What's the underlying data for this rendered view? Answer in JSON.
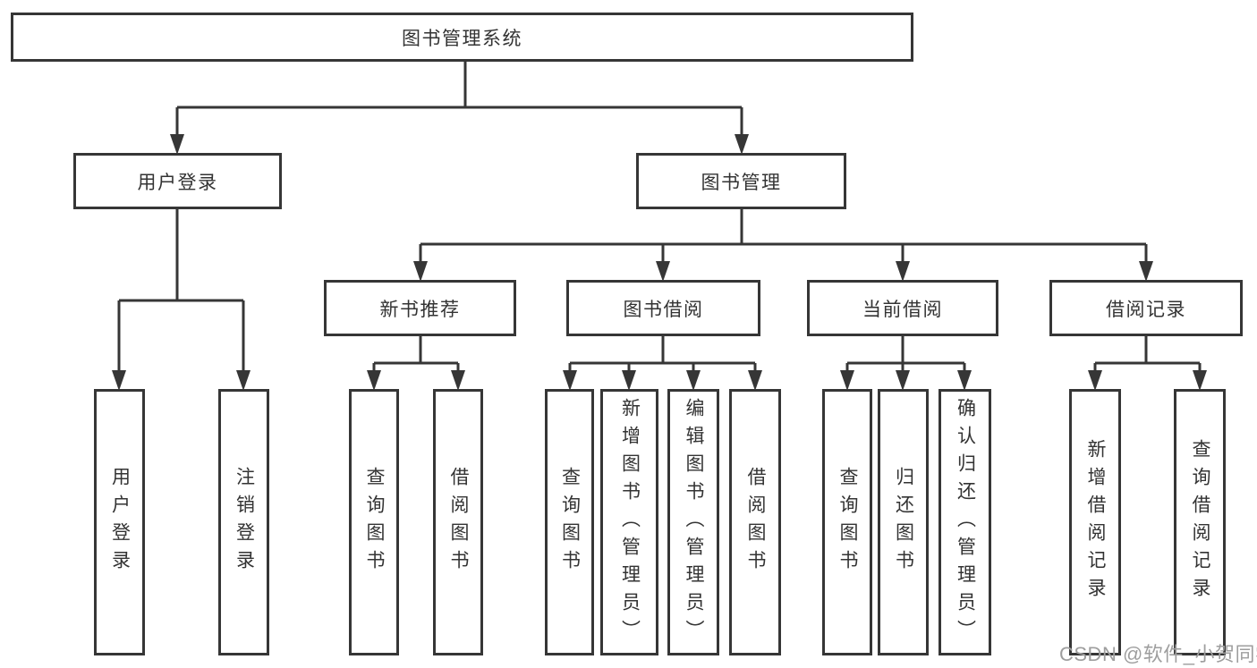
{
  "tree": {
    "label": "图书管理系统",
    "children": [
      {
        "label": "用户登录",
        "children": [
          {
            "label": "用户登录"
          },
          {
            "label": "注销登录"
          }
        ]
      },
      {
        "label": "图书管理",
        "children": [
          {
            "label": "新书推荐",
            "children": [
              {
                "label": "查询图书"
              },
              {
                "label": "借阅图书"
              }
            ]
          },
          {
            "label": "图书借阅",
            "children": [
              {
                "label": "查询图书"
              },
              {
                "label": "新增图书（管理员）"
              },
              {
                "label": "编辑图书（管理员）"
              },
              {
                "label": "借阅图书"
              }
            ]
          },
          {
            "label": "当前借阅",
            "children": [
              {
                "label": "查询图书"
              },
              {
                "label": "归还图书"
              },
              {
                "label": "确认归还（管理员）"
              }
            ]
          },
          {
            "label": "借阅记录",
            "children": [
              {
                "label": "新增借阅记录"
              },
              {
                "label": "查询借阅记录"
              }
            ]
          }
        ]
      }
    ]
  },
  "watermark": "CSDN @软件_小贺同学",
  "colors": {
    "line": "#363636",
    "text": "#333333",
    "box_background": "#ffffff",
    "page_background": "#ffffff",
    "watermark": "#9e9e9e"
  }
}
